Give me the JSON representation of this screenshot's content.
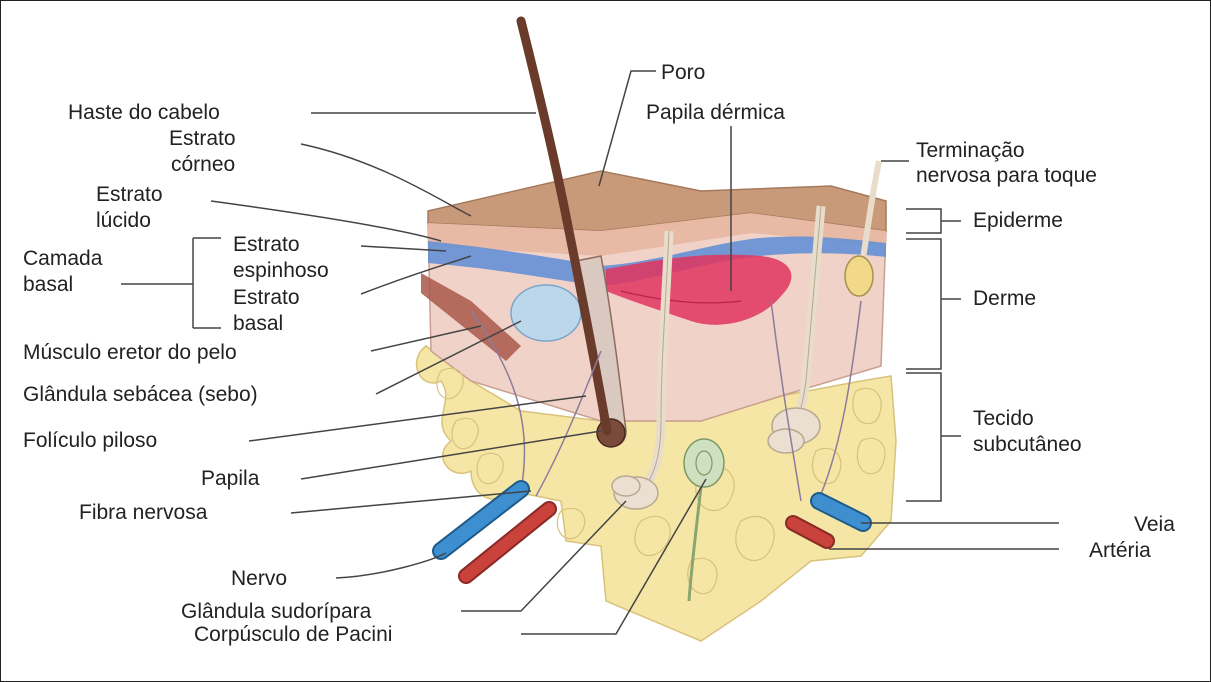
{
  "labels": {
    "poro": "Poro",
    "papila_dermica": "Papila dérmica",
    "haste_cabelo": "Haste do cabelo",
    "estrato_corneo_1": "Estrato",
    "estrato_corneo_2": "córneo",
    "estrato_lucido_1": "Estrato",
    "estrato_lucido_2": "lúcido",
    "camada_basal_1": "Camada",
    "camada_basal_2": "basal",
    "estrato_espinhoso_1": "Estrato",
    "estrato_espinhoso_2": "espinhoso",
    "estrato_basal_1": "Estrato",
    "estrato_basal_2": "basal",
    "musculo_eretor": "Músculo eretor do pelo",
    "glandula_sebacea": "Glândula sebácea (sebo)",
    "foliculo_piloso": "Folículo piloso",
    "papila": "Papila",
    "fibra_nervosa": "Fibra nervosa",
    "nervo": "Nervo",
    "glandula_sudoripara": "Glândula sudorípara",
    "corpusculo_pacini": "Corpúsculo de Pacini",
    "terminacao_1": "Terminação",
    "terminacao_2": "nervosa para toque",
    "epiderme": "Epiderme",
    "derme": "Derme",
    "tecido_1": "Tecido",
    "tecido_2": "subcutâneo",
    "veia": "Veia",
    "arteria": "Artéria"
  },
  "colors": {
    "epidermis_surface": "#c99a7a",
    "epidermis_side": "#e8b9a5",
    "basal_blue": "#3f6fbf",
    "dermal_papilla_red": "#e0345f",
    "dermis": "#f1d2c8",
    "subcutaneous_fat": "#f6e6a6",
    "hair_shaft": "#6a3b2a",
    "vein": "#3d8fd0",
    "artery": "#c9423c",
    "leader_line": "#444444"
  }
}
